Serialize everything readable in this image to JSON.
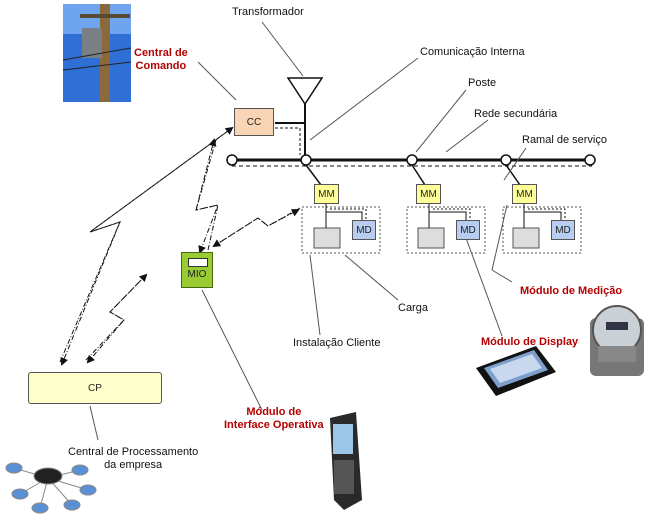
{
  "labels": {
    "transformer": "Transformador",
    "internal_comm": "Comunicação Interna",
    "pole": "Poste",
    "secondary_net": "Rede secundária",
    "service_branch": "Ramal de serviço",
    "command_center": "Central de\nComando",
    "load": "Carga",
    "client_install": "Instalação Cliente",
    "display_module": "Módulo de Display",
    "metering_module": "Módulo de Medição",
    "interface_module": "Módulo de\nInterface Operativa",
    "processing_center": "Central de Processamento\nda empresa"
  },
  "nodes": {
    "cc": "CC",
    "mm": "MM",
    "md": "MD",
    "mio": "MIO",
    "cp": "CP"
  },
  "colors": {
    "cc_fill": "#f8d5b5",
    "mm_fill": "#ffff99",
    "md_fill": "#b7cef0",
    "mio_fill": "#99cc33",
    "cp_fill": "#ffffcc",
    "callout_red": "#b30000"
  },
  "icons": [
    "utility-pole-photo",
    "tablet-photo",
    "electric-meter-photo",
    "handheld-terminal-photo",
    "database-network-icon"
  ]
}
